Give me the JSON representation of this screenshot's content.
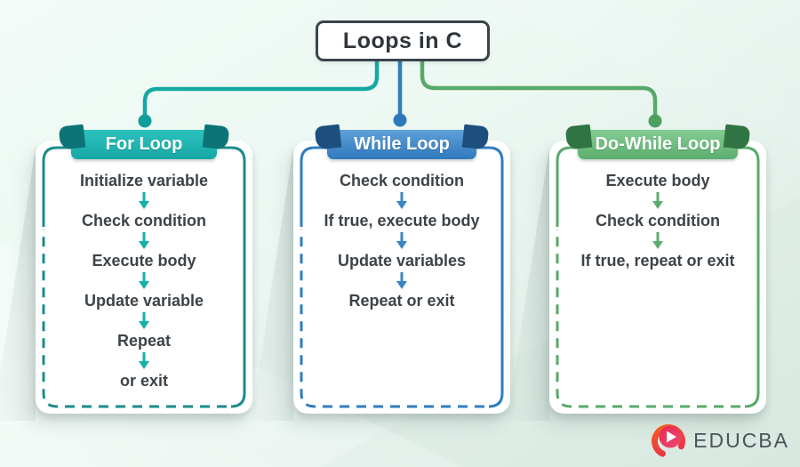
{
  "title": "Loops in C",
  "brand": {
    "name": "EDUCBA"
  },
  "colors": {
    "title_border": "#3b444d",
    "step_text": "#3d4347",
    "background": "#e9f4ef",
    "teal_connector": "#16a8a3",
    "blue_connector": "#2f7dbd",
    "green_connector": "#57a96a"
  },
  "cards": [
    {
      "label": "For Loop",
      "steps": [
        "Initialize variable",
        "Check condition",
        "Execute body",
        "Update variable",
        "Repeat",
        "or exit"
      ],
      "ribbon_from": "#2cc2bd",
      "ribbon_to": "#16a7a4",
      "fold": "#0c7476",
      "border": "#1b8b8b",
      "arrow": "#14b0a9"
    },
    {
      "label": "While Loop",
      "steps": [
        "Check condition",
        "If true, execute body",
        "Update variables",
        "Repeat or exit"
      ],
      "ribbon_from": "#5fa0d7",
      "ribbon_to": "#2f79bd",
      "fold": "#1d4f7e",
      "border": "#2e7cc0",
      "arrow": "#3b85c4"
    },
    {
      "label": "Do-While Loop",
      "steps": [
        "Execute body",
        "Check condition",
        "If true, repeat or exit"
      ],
      "ribbon_from": "#84cb92",
      "ribbon_to": "#5cae6e",
      "fold": "#2f7442",
      "border": "#58a96a",
      "arrow": "#5bad6c"
    }
  ]
}
